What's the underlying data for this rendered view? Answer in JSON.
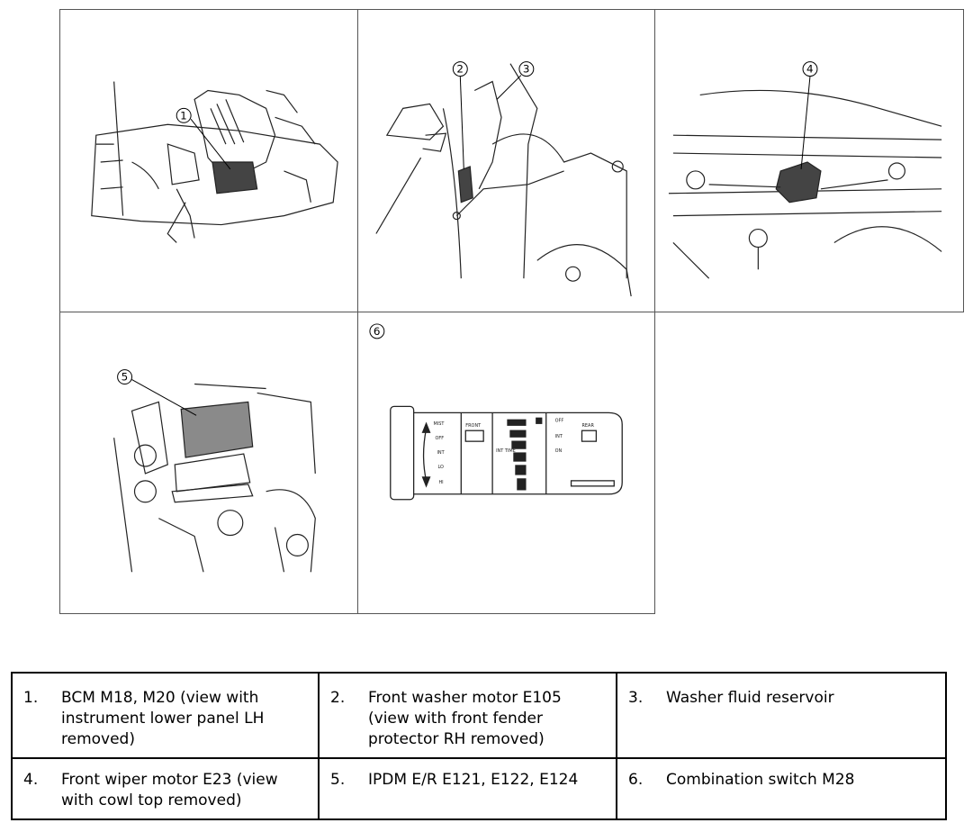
{
  "callouts": [
    "1",
    "2",
    "3",
    "4",
    "5",
    "6"
  ],
  "switch_labels": {
    "left_positions": [
      "MIST",
      "OFF",
      "INT",
      "LO",
      "HI"
    ],
    "front_label": "FRONT",
    "int_label": "INT\nTIME",
    "right_positions": [
      "OFF",
      "INT",
      "ON"
    ],
    "rear_label": "REAR"
  },
  "legend": [
    {
      "num": "1.",
      "text": "BCM M18, M20 (view with instrument lower panel LH removed)"
    },
    {
      "num": "2.",
      "text": "Front washer motor E105 (view with front fender protector RH removed)"
    },
    {
      "num": "3.",
      "text": "Washer fluid reservoir"
    },
    {
      "num": "4.",
      "text": "Front wiper motor E23 (view with cowl top removed)"
    },
    {
      "num": "5.",
      "text": "IPDM E/R E121, E122, E124"
    },
    {
      "num": "6.",
      "text": "Combination switch M28"
    }
  ]
}
